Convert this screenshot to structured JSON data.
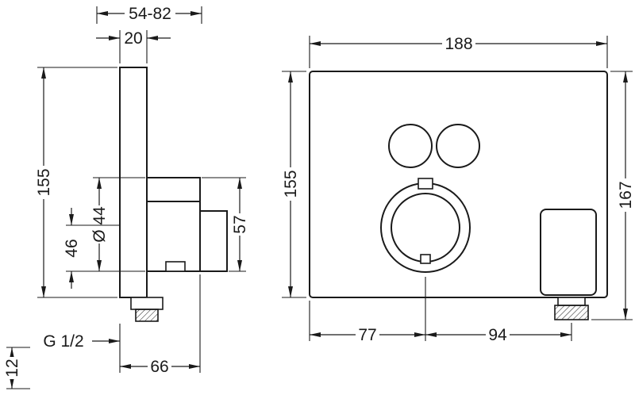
{
  "side": {
    "depth_range": "54-82",
    "plate_thickness": "20",
    "height": "155",
    "dial_diameter": "Ø 44",
    "outlet_offset": "46",
    "valve_height": "57",
    "bottom_offset": "12",
    "thread_size": "G 1/2",
    "bottom_depth": "66"
  },
  "front": {
    "width": "188",
    "height": "155",
    "total_height": "167",
    "center_from_left": "77",
    "center_to_outlet": "94"
  },
  "colors": {
    "line": "#1a1a1a",
    "background": "#ffffff"
  }
}
